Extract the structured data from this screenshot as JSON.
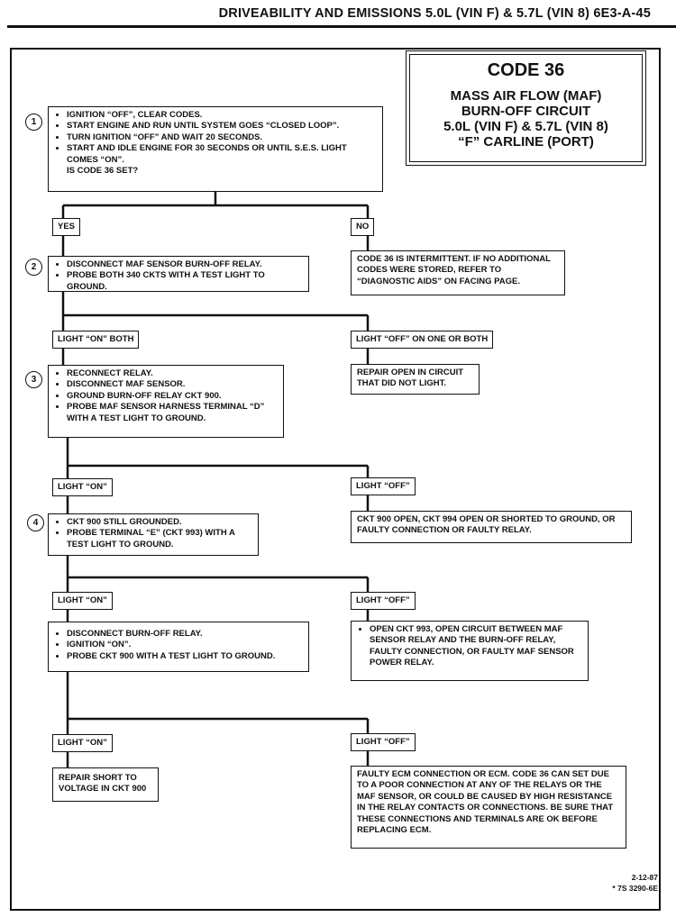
{
  "header": "DRIVEABILITY AND EMISSIONS  5.0L  (VIN F)  &  5.7L  (VIN 8)  6E3-A-45",
  "title": {
    "code": "CODE 36",
    "lines": [
      "MASS AIR FLOW (MAF)",
      "BURN-OFF CIRCUIT",
      "5.0L  (VIN F)  &  5.7L  (VIN 8)",
      "“F”   CARLINE  (PORT)"
    ]
  },
  "steps": [
    {
      "num": "1",
      "items": [
        "IGNITION “OFF”, CLEAR CODES.",
        "START ENGINE AND RUN UNTIL SYSTEM GOES “CLOSED LOOP”.",
        "TURN IGNITION “OFF” AND WAIT 20 SECONDS.",
        "START AND IDLE ENGINE FOR 30 SECONDS OR UNTIL S.E.S. LIGHT COMES “ON”."
      ],
      "question": "IS CODE 36 SET?"
    },
    {
      "num": "2",
      "items": [
        "DISCONNECT MAF SENSOR BURN-OFF RELAY.",
        "PROBE BOTH 340 CKTS WITH A TEST LIGHT TO GROUND."
      ]
    },
    {
      "num": "3",
      "items": [
        "RECONNECT RELAY.",
        "DISCONNECT MAF SENSOR.",
        "GROUND BURN-OFF RELAY CKT 900.",
        "PROBE MAF SENSOR HARNESS TERMINAL “D” WITH A TEST LIGHT TO GROUND."
      ]
    },
    {
      "num": "4",
      "items": [
        "CKT 900 STILL GROUNDED.",
        "PROBE TERMINAL “E” (CKT 993) WITH A TEST LIGHT TO GROUND."
      ]
    },
    {
      "items": [
        "DISCONNECT BURN-OFF RELAY.",
        "IGNITION “ON”.",
        "PROBE CKT 900 WITH A TEST LIGHT TO GROUND."
      ]
    }
  ],
  "labels": {
    "yes": "YES",
    "no": "NO",
    "l2_left": "LIGHT “ON” BOTH",
    "l2_right": "LIGHT “OFF” ON  ONE OR BOTH",
    "l3_left": "LIGHT “ON”",
    "l3_right": "LIGHT “OFF”",
    "l4_left": "LIGHT “ON”",
    "l4_right": "LIGHT “OFF”",
    "l5_left": "LIGHT “ON”",
    "l5_right": "LIGHT “OFF”"
  },
  "results": {
    "no": "CODE 36 IS INTERMITTENT.  IF NO ADDITIONAL CODES WERE STORED, REFER TO “DIAGNOSTIC AIDS” ON FACING PAGE.",
    "repair_open": "REPAIR OPEN IN CIRCUIT THAT DID NOT LIGHT.",
    "ckt900_open": "CKT 900 OPEN, CKT 994 OPEN OR SHORTED TO GROUND, OR FAULTY CONNECTION OR FAULTY RELAY.",
    "open993": "OPEN CKT 993, OPEN CIRCUIT BETWEEN MAF SENSOR RELAY AND THE BURN-OFF RELAY, FAULTY CONNECTION, OR FAULTY MAF SENSOR POWER RELAY.",
    "repair_short": "REPAIR SHORT TO VOLTAGE IN CKT 900",
    "faulty_ecm": "FAULTY ECM CONNECTION OR ECM.  CODE 36 CAN SET DUE TO A POOR CONNECTION AT ANY OF THE RELAYS OR THE MAF SENSOR, OR COULD BE CAUSED BY HIGH RESISTANCE IN THE RELAY CONTACTS OR CONNECTIONS.  BE SURE THAT THESE CONNECTIONS AND TERMINALS ARE OK BEFORE REPLACING ECM."
  },
  "footer": {
    "date": "2-12-87",
    "ref": "* 7S 3290-6E"
  }
}
